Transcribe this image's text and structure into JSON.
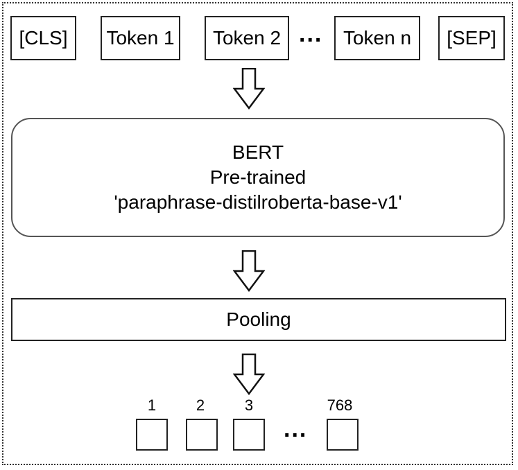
{
  "tokens": {
    "cls": "[CLS]",
    "token1": "Token 1",
    "token2": "Token 2",
    "ellipsis": "...",
    "tokenN": "Token n",
    "sep": "[SEP]"
  },
  "bert": {
    "line1": "BERT",
    "line2": "Pre-trained",
    "line3": "'paraphrase-distilroberta-base-v1'"
  },
  "pooling": {
    "label": "Pooling"
  },
  "output_vector": {
    "labels": [
      "1",
      "2",
      "3",
      "768"
    ],
    "ellipsis": "..."
  }
}
